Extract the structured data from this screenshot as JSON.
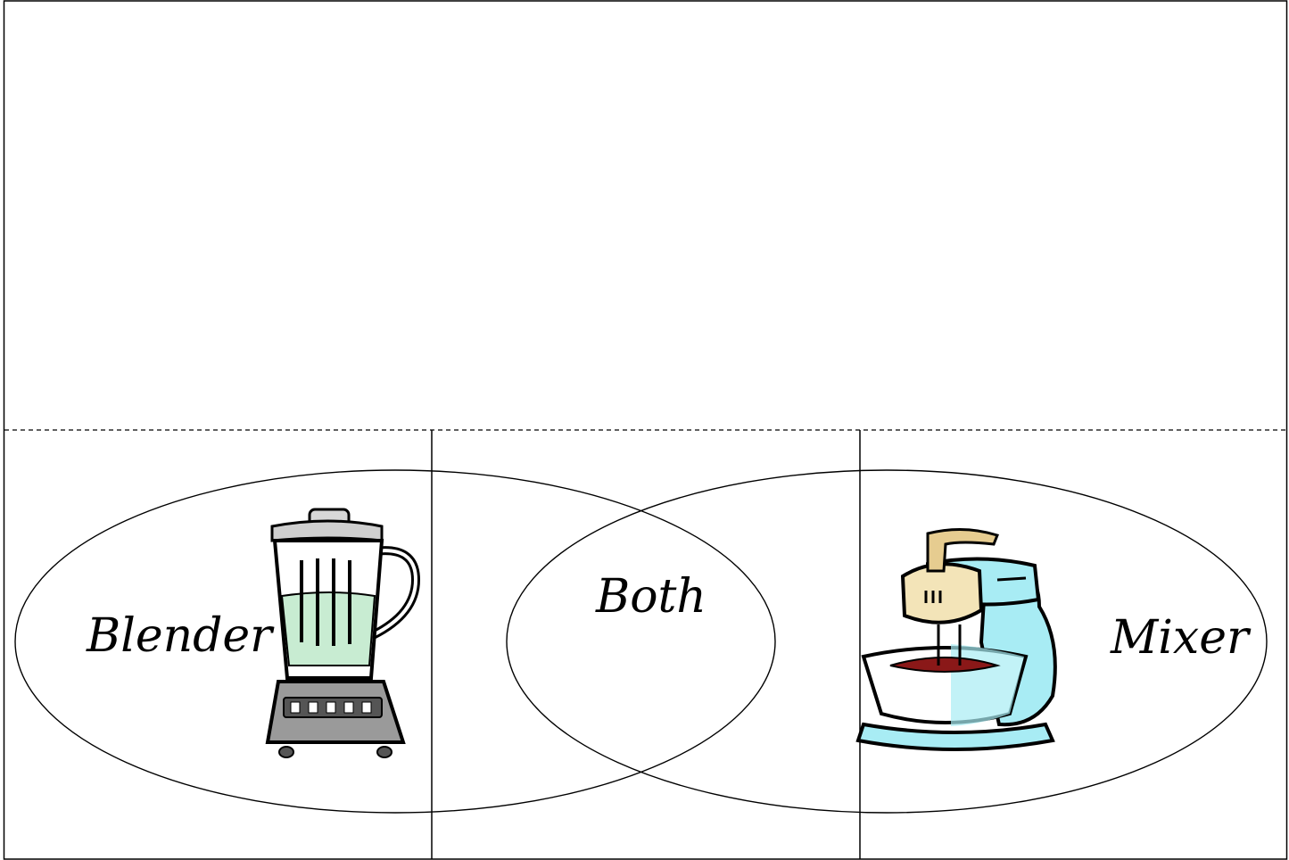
{
  "labels": {
    "left": "Blender",
    "middle": "Both",
    "right": "Mixer"
  },
  "illustrations": {
    "left": "blender-illustration",
    "right": "stand-mixer-illustration"
  },
  "colors": {
    "outline": "#000000",
    "blender_liquid": "#c8ecd2",
    "blender_base": "#9a9a9a",
    "mixer_body": "#a8ecf4",
    "mixer_head": "#f3e4b8",
    "mixer_batter": "#8a1818"
  }
}
